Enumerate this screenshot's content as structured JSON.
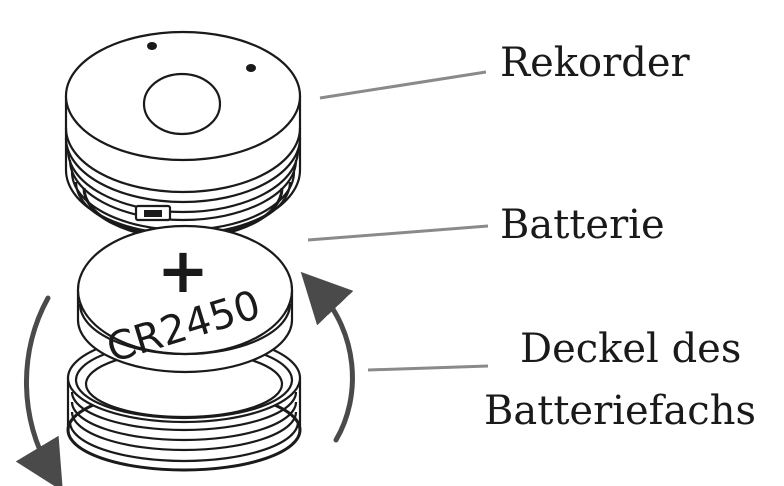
{
  "labels": {
    "recorder": "Rekorder",
    "battery": "Batterie",
    "cover_line1": "Deckel des",
    "cover_line2": "Batteriefachs"
  },
  "battery_marking": {
    "polarity": "+",
    "model": "CR2450"
  },
  "colors": {
    "ink": "#1a1a1a",
    "leader_line": "#8a8a8a",
    "arrow": "#4a4a4a",
    "fill": "#ffffff"
  }
}
